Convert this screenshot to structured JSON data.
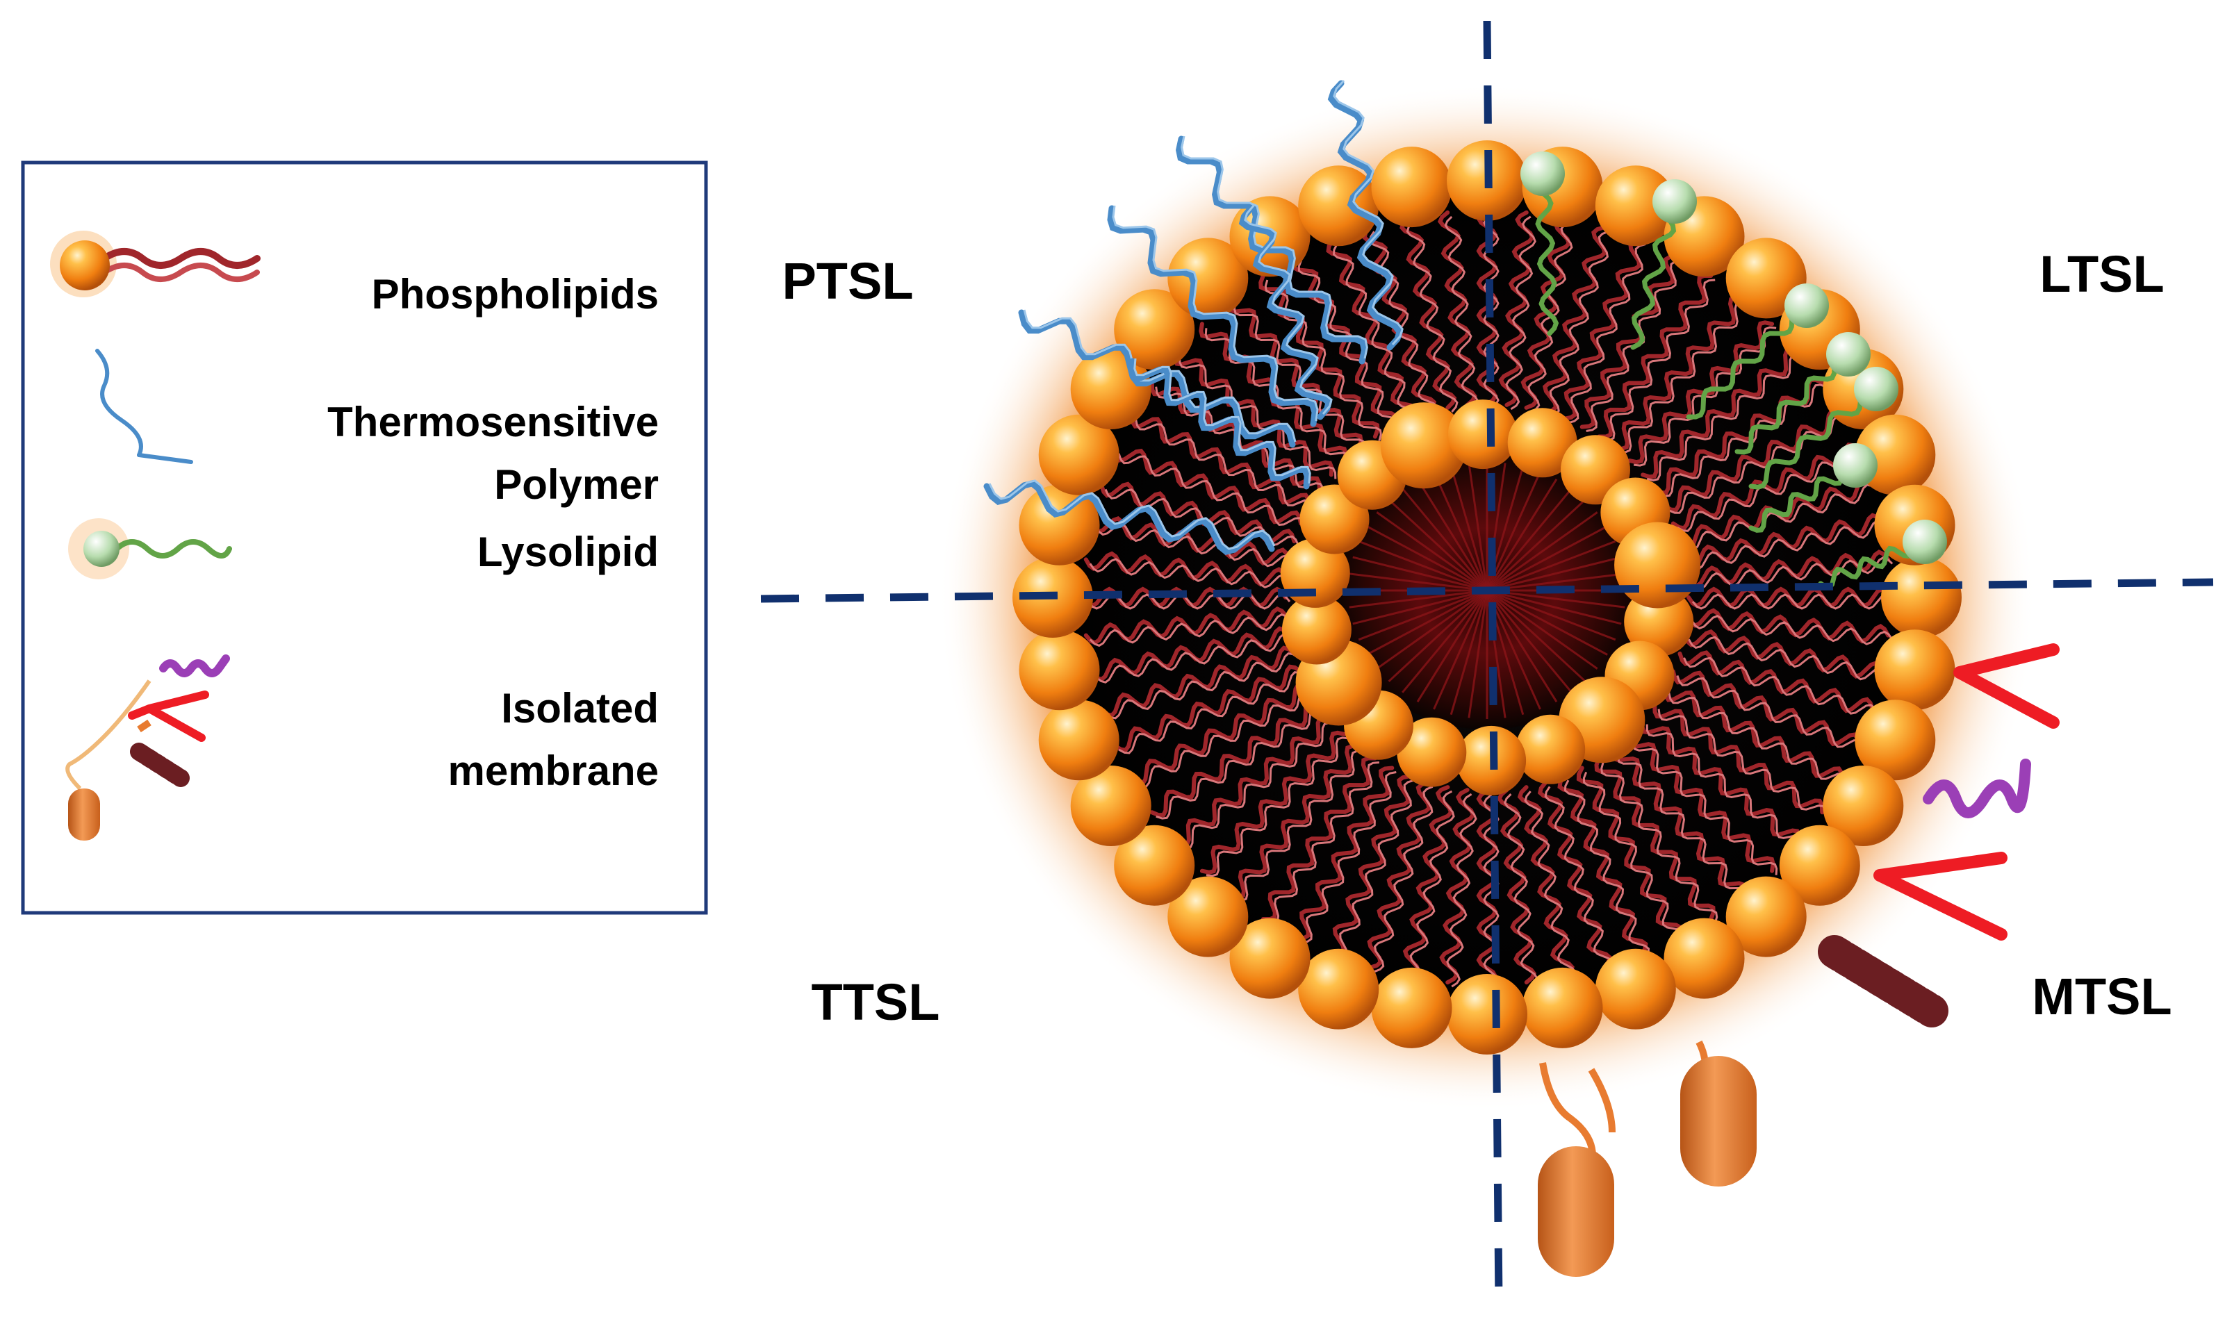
{
  "legend": {
    "items": [
      {
        "lines": [
          "Phospholipids"
        ],
        "icon": "phospholipid-icon"
      },
      {
        "lines": [
          "Thermosensitive",
          "Polymer"
        ],
        "icon": "thermosensitive-polymer-icon"
      },
      {
        "lines": [
          "Lysolipid"
        ],
        "icon": "lysolipid-icon"
      },
      {
        "lines": [
          "Isolated",
          "membrane"
        ],
        "icon": "isolated-membrane-icon"
      }
    ],
    "border_color": "#1f3a7a"
  },
  "quadrants": {
    "top_left": "PTSL",
    "top_right": "LTSL",
    "bottom_left": "TTSL",
    "bottom_right": "MTSL"
  },
  "colors": {
    "divider": "#10306e",
    "head": "#f7961e",
    "tail": "#a0262b",
    "polymer": "#4a8cc9",
    "lysolipid": "#62a447",
    "antibody": "#ee1c24",
    "peptide": "#9b3fb6",
    "helix": "#6b1e22",
    "cylinder": "#e87b30"
  }
}
